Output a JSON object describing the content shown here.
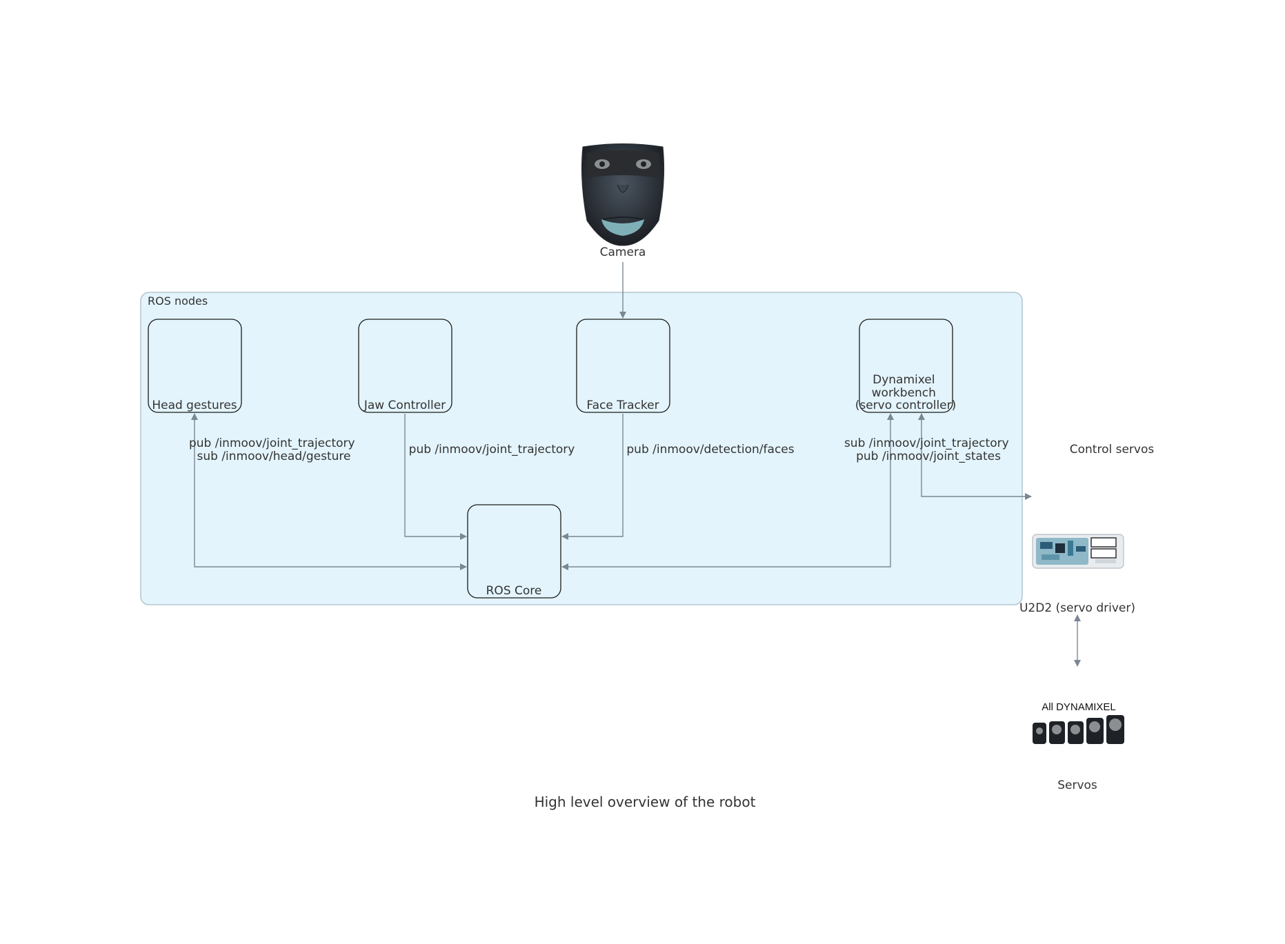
{
  "cluster": {
    "label": "ROS nodes"
  },
  "nodes": {
    "camera": "Camera",
    "head_gestures": "Head gestures",
    "jaw_controller": "Jaw Controller",
    "face_tracker": "Face Tracker",
    "dynamixel_workbench": [
      "Dynamixel",
      "workbench",
      "(servo controller)"
    ],
    "ros_core": "ROS Core",
    "control_servos": "Control servos",
    "u2d2": "U2D2 (servo driver)",
    "servos": "Servos",
    "servos_image_caption": "All DYNAMIXEL"
  },
  "edges": {
    "head_gestures": [
      "pub /inmoov/joint_trajectory",
      "sub /inmoov/head/gesture"
    ],
    "jaw_controller": "pub /inmoov/joint_trajectory",
    "face_tracker": "pub /inmoov/detection/faces",
    "dynamixel_workbench": [
      "sub /inmoov/joint_trajectory",
      "pub /inmoov/joint_states"
    ]
  },
  "caption": "High level overview of the robot",
  "colors": {
    "cluster_fill": "#e3f4fc",
    "cluster_stroke": "#a8bcc8",
    "edge": "#7b8792",
    "node_stroke": "#1a1a1a"
  },
  "icons": [
    "robot-face-icon",
    "u2d2-board-icon",
    "dynamixel-servos-icon"
  ]
}
